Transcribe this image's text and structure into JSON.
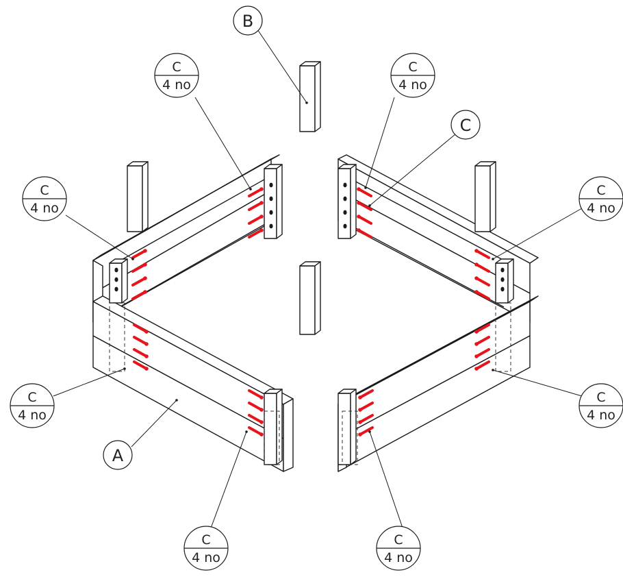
{
  "drawing": {
    "line_color": "#1a1a1a",
    "hidden_line_color": "#333333",
    "fastener_color": "#e8141c"
  },
  "labels": {
    "part_a": "A",
    "part_b": "B",
    "part_c": "C"
  },
  "callout": {
    "part": "C",
    "quantity": "4 no"
  }
}
